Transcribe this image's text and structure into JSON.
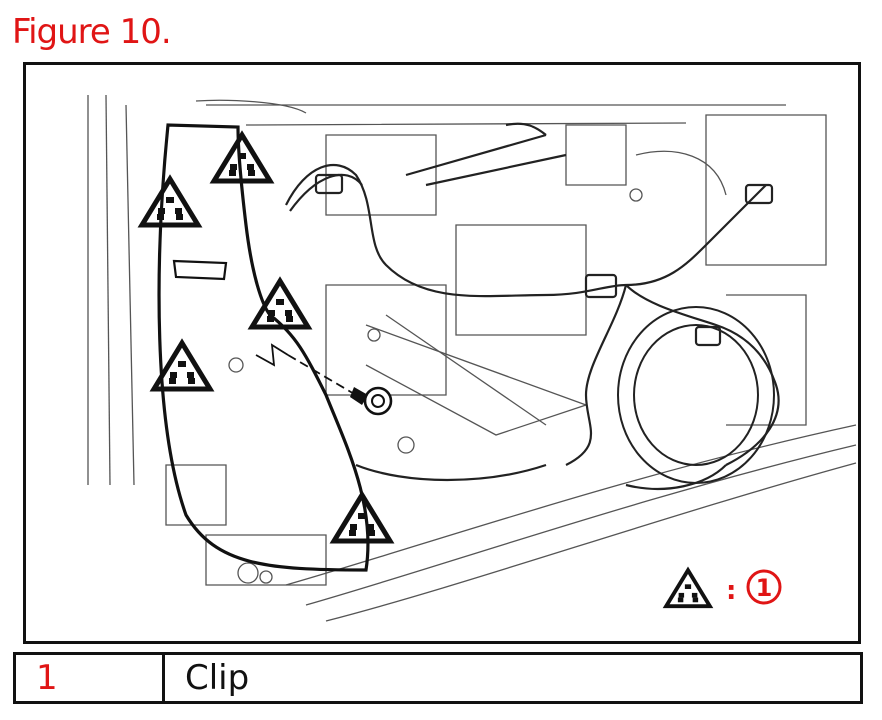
{
  "figure": {
    "title": "Figure 10."
  },
  "callout": {
    "number": "1",
    "separator": ":"
  },
  "legend": [
    {
      "number": "1",
      "description": "Clip"
    }
  ],
  "colors": {
    "accent_red": "#e01515",
    "line": "#111111"
  }
}
